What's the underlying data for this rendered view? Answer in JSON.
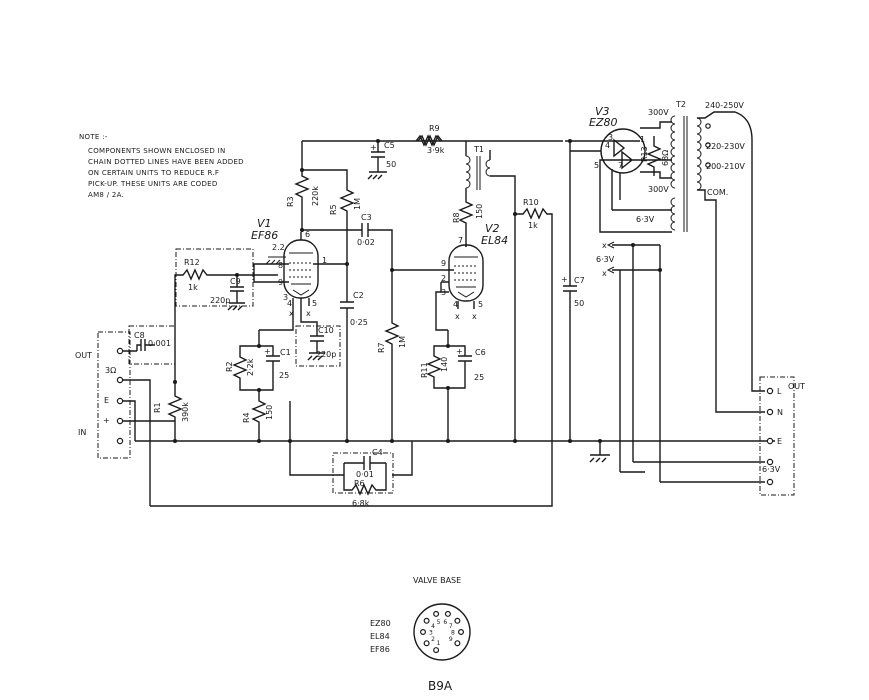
{
  "note": {
    "heading": "NOTE :-",
    "lines": [
      "COMPONENTS SHOWN ENCLOSED IN",
      "CHAIN DOTTED LINES HAVE BEEN ADDED",
      "ON CERTAIN UNITS TO REDUCE R.F",
      "PICK-UP.  THESE UNITS ARE CODED",
      "AM8 / 2A."
    ]
  },
  "valves": {
    "v1": {
      "name": "V1",
      "type": "EF86"
    },
    "v2": {
      "name": "V2",
      "type": "EL84"
    },
    "v3": {
      "name": "V3",
      "type": "EZ80"
    }
  },
  "components": {
    "r1": {
      "ref": "R1",
      "value": "390k"
    },
    "r2": {
      "ref": "R2",
      "value": "2·2k"
    },
    "r3": {
      "ref": "R3",
      "value": "220k"
    },
    "r4": {
      "ref": "R4",
      "value": "150"
    },
    "r5": {
      "ref": "R5",
      "value": "1M"
    },
    "r6": {
      "ref": "R6",
      "value": "6·8k"
    },
    "r7": {
      "ref": "R7",
      "value": "1M"
    },
    "r8": {
      "ref": "R8",
      "value": "150"
    },
    "r9": {
      "ref": "R9",
      "value": "3·9k"
    },
    "r10": {
      "ref": "R10",
      "value": "1k"
    },
    "r11": {
      "ref": "R11",
      "value": "140"
    },
    "r12": {
      "ref": "R12",
      "value": "1k"
    },
    "r13": {
      "ref": "R13",
      "value": "68Ω"
    },
    "c1": {
      "ref": "C1",
      "value": "25"
    },
    "c2": {
      "ref": "C2",
      "value": "0·25"
    },
    "c3": {
      "ref": "C3",
      "value": "0·02"
    },
    "c4": {
      "ref": "C4",
      "value": "0·01"
    },
    "c5": {
      "ref": "C5",
      "value": "50"
    },
    "c6": {
      "ref": "C6",
      "value": "25"
    },
    "c7": {
      "ref": "C7",
      "value": "50"
    },
    "c8": {
      "ref": "C8",
      "value": "0·001"
    },
    "c9": {
      "ref": "C9",
      "value": "220p"
    },
    "c10": {
      "ref": "C10",
      "value": "220p"
    },
    "t1": {
      "ref": "T1"
    },
    "t2": {
      "ref": "T2"
    }
  },
  "pins": {
    "v1_2_2": "2.2",
    "v1_8": "8",
    "v1_9": "9",
    "v1_1": "1",
    "v1_6": "6",
    "v1_3": "3",
    "v1_4": "4",
    "v1_5": "5",
    "v1_x1": "x",
    "v1_x2": "x",
    "v2_7": "7",
    "v2_9": "9",
    "v2_2": "2",
    "v2_3": "3",
    "v2_4": "4",
    "v2_5": "5",
    "v2_x1": "x",
    "v2_x2": "x",
    "v3_1": "1",
    "v3_3": "3",
    "v3_4": "4",
    "v3_5": "5",
    "v3_7": "7"
  },
  "transformer": {
    "sec_top": "300V",
    "sec_bottom": "300V",
    "heater": "6·3V",
    "tap_240": "240-250V",
    "tap_220": "220-230V",
    "tap_200": "200-210V",
    "common": "COM."
  },
  "heater_terms": {
    "x_top": "x",
    "label": "6·3V",
    "x_bottom": "x"
  },
  "left_terms": {
    "out": "OUT",
    "ohms": "3Ω",
    "e": "E",
    "plus": "+",
    "in": "IN"
  },
  "right_terms": {
    "l": "L",
    "n": "N",
    "e": "E",
    "label_out": "OUT",
    "label_63": "6·3V"
  },
  "valve_base": {
    "title": "VALVE BASE",
    "types": [
      "EZ80",
      "EL84",
      "EF86"
    ],
    "pins": [
      "1",
      "2",
      "3",
      "4",
      "5",
      "6",
      "7",
      "8",
      "9"
    ],
    "code": "B9A"
  }
}
